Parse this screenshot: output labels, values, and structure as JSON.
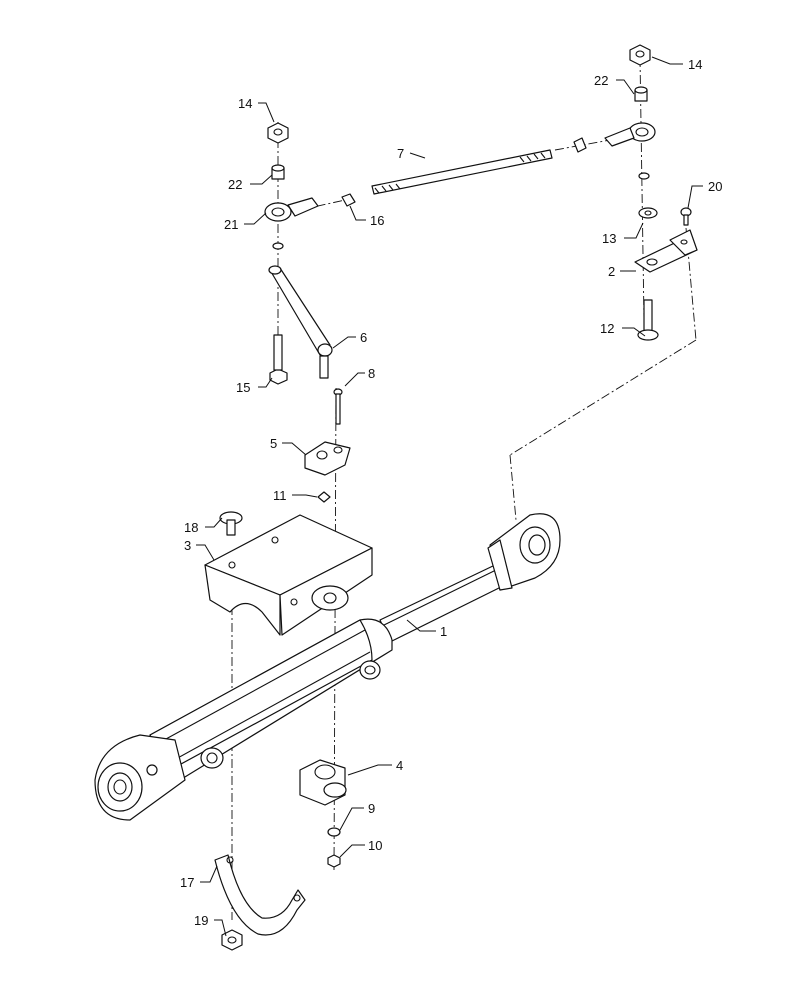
{
  "callouts": {
    "c1": "1",
    "c2": "2",
    "c3": "3",
    "c4": "4",
    "c5": "5",
    "c6": "6",
    "c7": "7",
    "c8": "8",
    "c9": "9",
    "c10": "10",
    "c11": "11",
    "c12": "12",
    "c13": "13",
    "c14a": "14",
    "c14b": "14",
    "c15": "15",
    "c16": "16",
    "c17": "17",
    "c18": "18",
    "c19": "19",
    "c20": "20",
    "c21": "21",
    "c22a": "22",
    "c22b": "22"
  }
}
